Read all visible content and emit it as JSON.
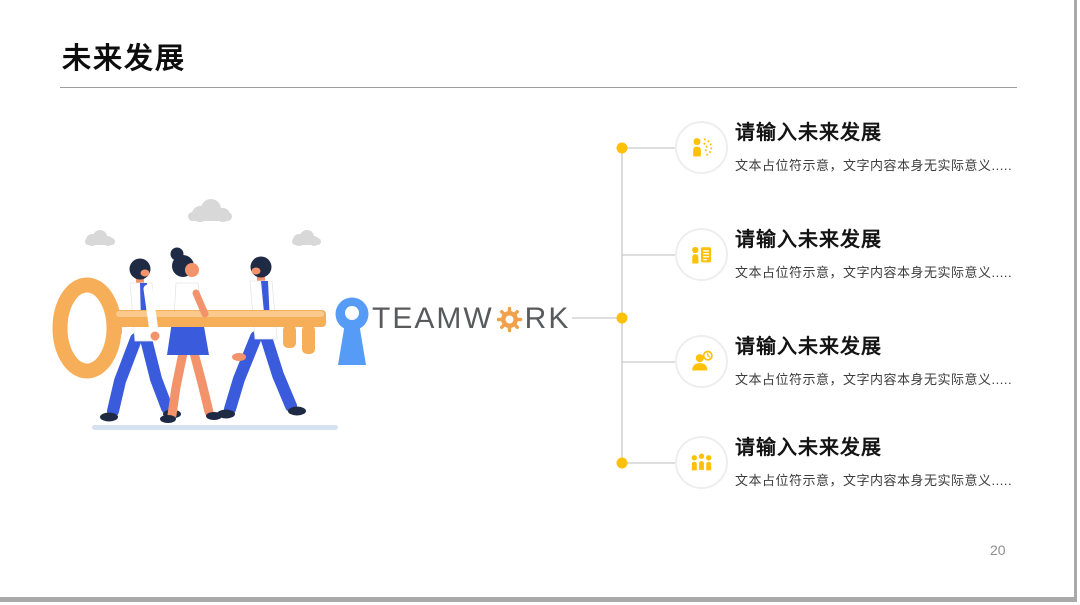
{
  "slide": {
    "title": "未来发展",
    "page_number": "20"
  },
  "teamwork": {
    "text_before_gear": "TEAMW",
    "text_after_gear": "RK",
    "gear_icon": "gear-icon",
    "text_color": "#595A5C",
    "gear_color": "#F0A14B"
  },
  "illustration": {
    "name": "three-people-carrying-giant-key-toward-keyhole",
    "key_color": "#F7AE59",
    "keyhole_color": "#569CF7",
    "clothes_color": "#3A5BDB",
    "skin_color": "#F2936B",
    "hair_color": "#1F2A44",
    "cloud_color": "#D8D8D8",
    "ground_color": "#D6E2EF"
  },
  "timeline": {
    "accent_color": "#FFC008",
    "line_color": "#C9C9C9",
    "items": [
      {
        "icon": "person-speaking-icon",
        "title": "请输入未来发展",
        "desc": "文本占位符示意，文字内容本身无实际意义....."
      },
      {
        "icon": "person-document-icon",
        "title": "请输入未来发展",
        "desc": "文本占位符示意，文字内容本身无实际意义....."
      },
      {
        "icon": "person-clock-icon",
        "title": "请输入未来发展",
        "desc": "文本占位符示意，文字内容本身无实际意义....."
      },
      {
        "icon": "team-group-icon",
        "title": "请输入未来发展",
        "desc": "文本占位符示意，文字内容本身无实际意义....."
      }
    ]
  }
}
